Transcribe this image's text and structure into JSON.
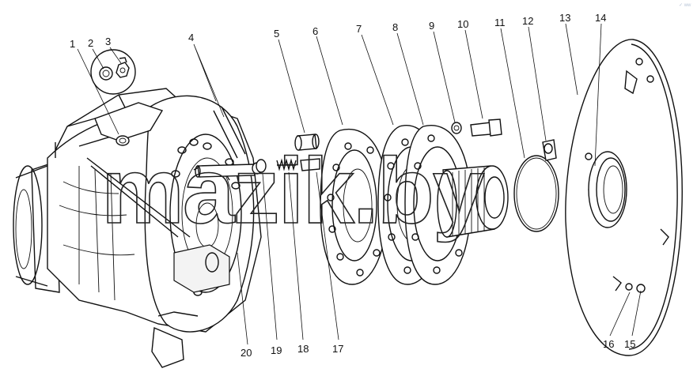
{
  "diagram": {
    "callouts": [
      "1",
      "2",
      "3",
      "4",
      "5",
      "6",
      "7",
      "8",
      "9",
      "10",
      "11",
      "12",
      "13",
      "14",
      "15",
      "16",
      "17",
      "18",
      "19",
      "20"
    ]
  },
  "watermark": "mazik.by",
  "corner_mark": "✓ ww"
}
